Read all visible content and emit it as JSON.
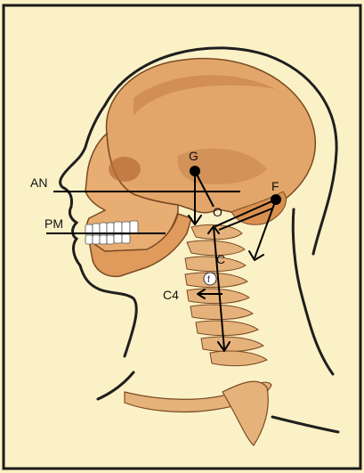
{
  "labels": {
    "g": "G",
    "an": "AN",
    "pm": "PM",
    "o": "O",
    "f": "F",
    "c": "C",
    "f_small": "f",
    "c4": "C4"
  },
  "colors": {
    "background": "#fbf1c6",
    "border": "#1a1a1a",
    "skull": "#e2a66a",
    "skull_shadow": "#c27a43",
    "skin_outline": "#1f1f1f",
    "teeth": "#ffffff",
    "lines": "#000000"
  }
}
